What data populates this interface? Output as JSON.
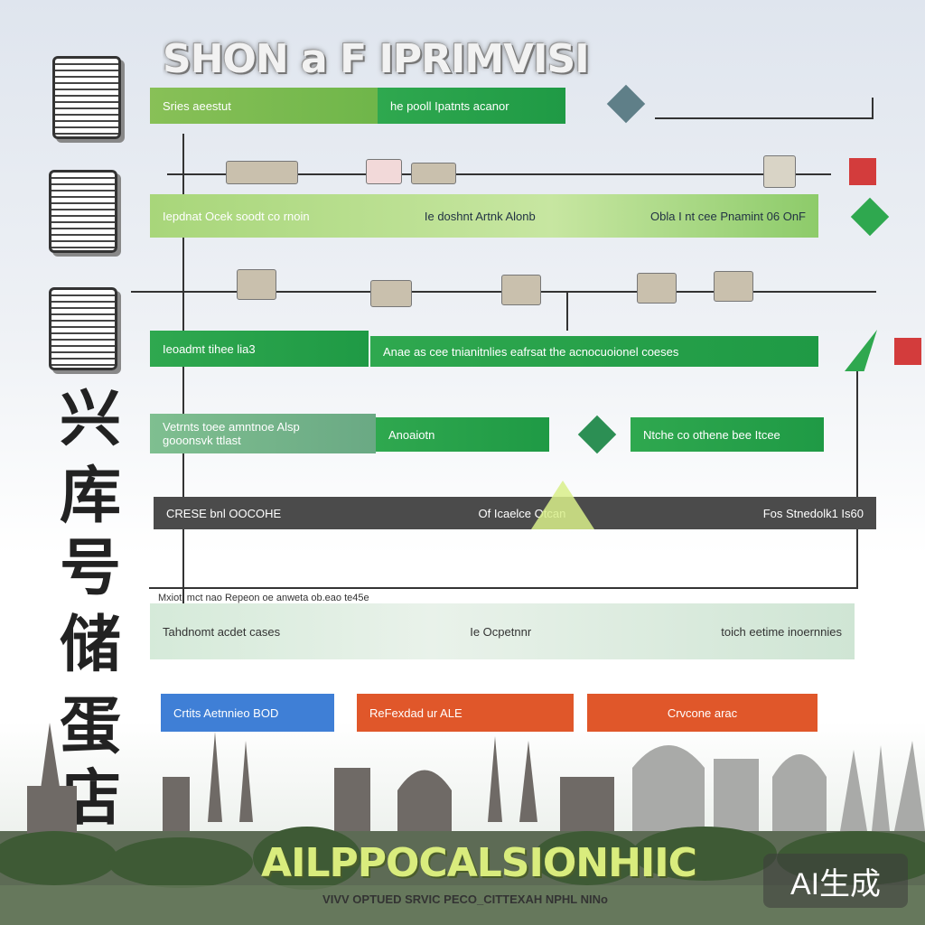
{
  "title": "SHON a F IPRIMVISI",
  "rows": {
    "r1": {
      "left": "Sries aeestut",
      "right": "he pooll Ipatnts acanor"
    },
    "r2": {
      "left": "Iepdnat Ocek soodt co rnoin",
      "mid": "Ie doshnt Artnk Alonb",
      "right": "Obla I nt cee Pnamint 06 OnF"
    },
    "r3": {
      "left": "Ieoadmt tihee lia3",
      "right": "Anae as cee tnianitnlies eafrsat the acnocuoionel coeses"
    },
    "r4": {
      "left": "Vetrnts toee amntnoe Alsp",
      "left2": "gooonsvk ttlast",
      "mid": "Anoaiotn",
      "right": "Ntche co othene bee Itcee"
    },
    "r5": {
      "left": "CRESE bnl OOCOHE",
      "mid": "Of Icaelce Otcan",
      "right": "Fos Stnedolk1 Is60"
    },
    "r6": {
      "top": "Mxiotl mct nao Repeon oe anweta ob.eao te45e",
      "left": "Tahdnomt acdet cases",
      "mid": "Ie Ocpetnnr",
      "right": "toich eetime inoernnies"
    },
    "r7": {
      "left": "Crtits Aetnnieo BOD",
      "mid": "ReFexdad ur ALE",
      "right": "Crvcone arac"
    }
  },
  "glyphs": [
    "兴",
    "库",
    "号",
    "储",
    "蛋",
    "店"
  ],
  "footer": {
    "title": "AILPPOCALSIONHIIC",
    "subtitle": "VIVV OPTUED SRVIC PECO_CITTEXAH NPHL NINo"
  },
  "badge": "AI生成",
  "colors": {
    "green": "#1f9a45",
    "lightgreen": "#88c057",
    "dark": "#4b4b4b",
    "blue": "#3f7fd6",
    "orange": "#e0572a",
    "red": "#d33c3c"
  }
}
